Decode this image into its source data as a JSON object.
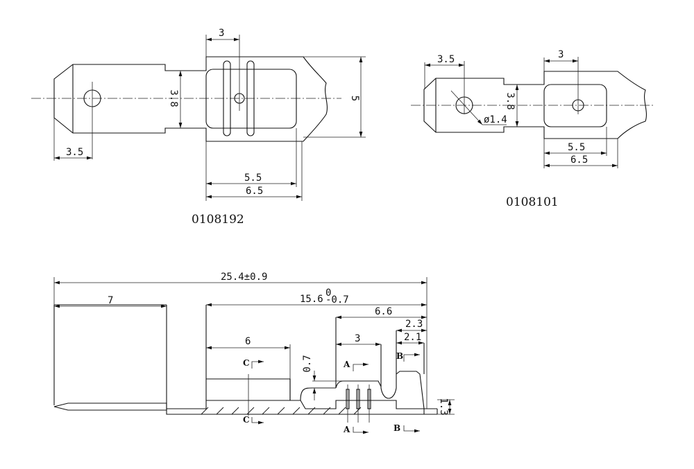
{
  "drawings": {
    "top_left": {
      "part_number": "0108192",
      "dims": {
        "hole_offset": "3",
        "tab_width": "3.8",
        "body_height": "5",
        "tip_to_hole": "3.5",
        "window_length": "5.5",
        "body_length": "6.5"
      }
    },
    "top_right": {
      "part_number": "0108101",
      "dims": {
        "tip_to_hole": "3.5",
        "hole_offset": "3",
        "tab_width": "3.8",
        "hole_diameter": "ø1.4",
        "window_length": "5.5",
        "body_length": "6.5"
      }
    },
    "side_view": {
      "dims": {
        "overall": "25.4±0.9",
        "tab_length": "7",
        "body_length": "15.6",
        "body_tol_upper": "0",
        "body_tol_lower": "-0.7",
        "rear_section": "6.6",
        "bump_outer": "2.3",
        "bump_inner": "2.1",
        "front_section": "6",
        "slot_span": "3",
        "step_height": "0.7",
        "thickness": "1.3"
      },
      "section_markers": {
        "a": "A",
        "b": "B",
        "c": "C"
      }
    }
  }
}
